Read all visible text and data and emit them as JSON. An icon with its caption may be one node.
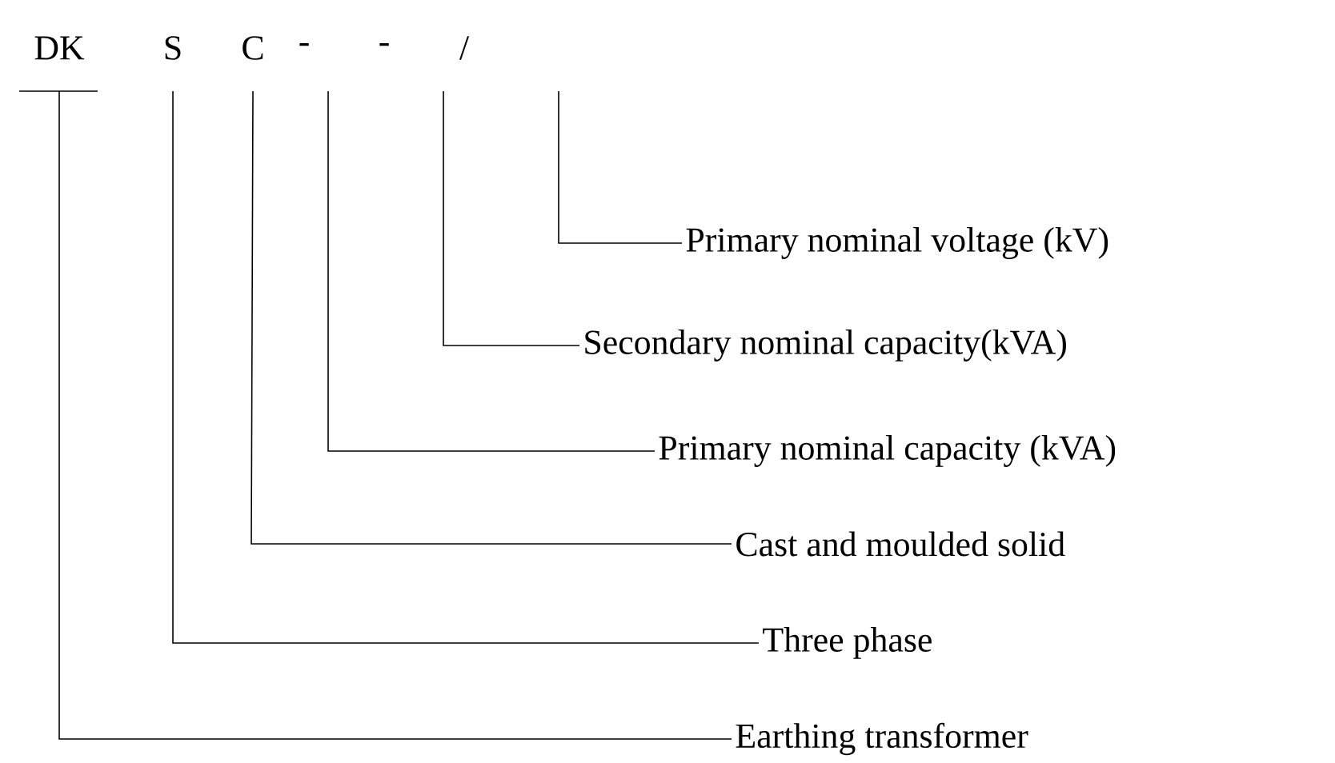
{
  "diagram": {
    "nodes": [
      {
        "text": [
          "DK"
        ]
      },
      {
        "text": [
          "S"
        ]
      },
      {
        "text": [
          "C"
        ]
      },
      {
        "text": [
          "Primary nominal voltage (kV)"
        ]
      },
      {
        "text": [
          "Secondary nominal capacity(kVA)"
        ]
      },
      {
        "text": [
          "Primary nominal capacity (kVA)"
        ]
      },
      {
        "text": [
          "Cast and moulded solid"
        ]
      },
      {
        "text": [
          "Three phase"
        ]
      },
      {
        "text": [
          "Earthing transformer"
        ]
      }
    ],
    "edges": [
      {
        "from": 3,
        "to": null,
        "arrow": "none"
      },
      {
        "from": 4,
        "to": null,
        "arrow": "none"
      },
      {
        "from": 5,
        "to": null,
        "arrow": "none"
      },
      {
        "from": 6,
        "to": 2,
        "arrow": "none"
      },
      {
        "from": 7,
        "to": 1,
        "arrow": "none"
      },
      {
        "from": 8,
        "to": 0,
        "arrow": "none"
      }
    ],
    "labels": [
      "-",
      "-",
      "/"
    ]
  }
}
